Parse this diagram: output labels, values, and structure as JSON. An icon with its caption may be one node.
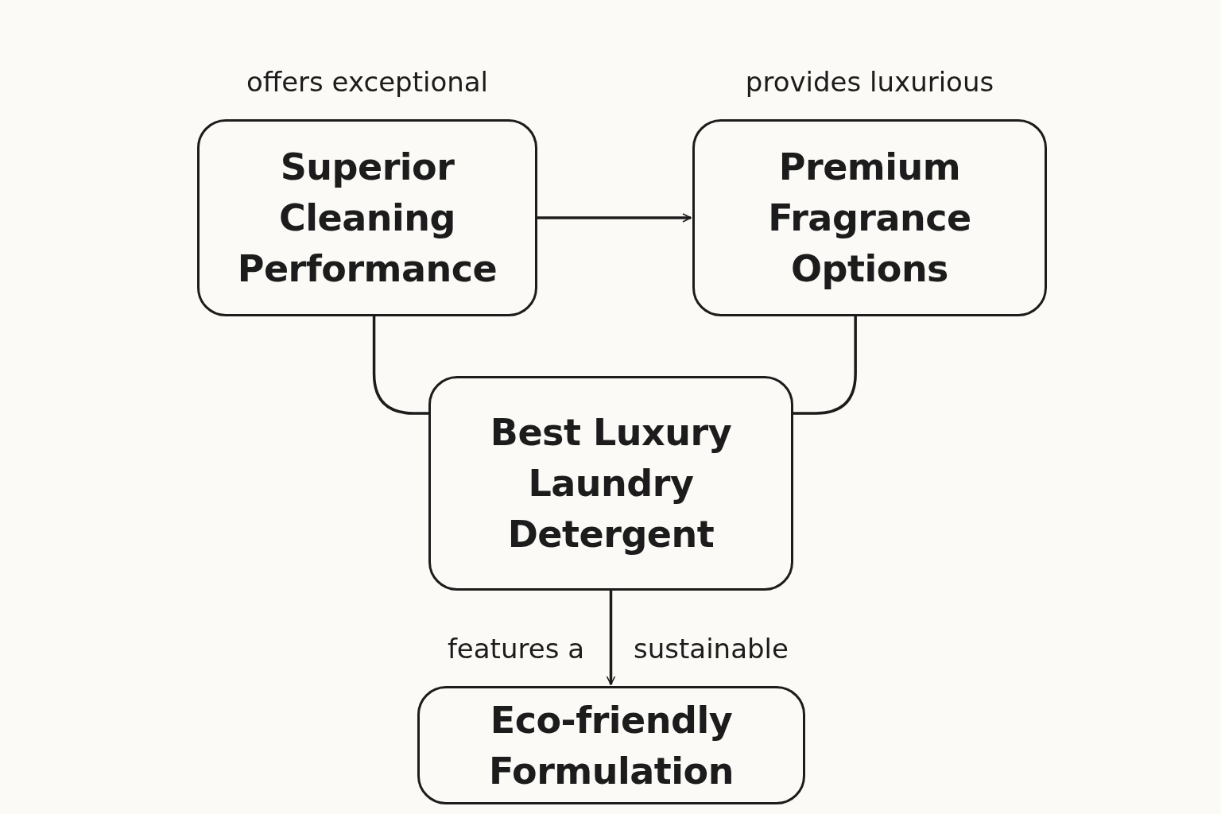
{
  "diagram": {
    "nodes": [
      {
        "text": [
          "Superior Cleaning Performance"
        ],
        "beside": [
          "offers exceptional"
        ]
      },
      {
        "text": [
          "Premium Fragrance Options"
        ],
        "beside": [
          "provides luxurious"
        ]
      },
      {
        "text": [
          "Best Luxury Laundry Detergent"
        ]
      },
      {
        "text": [
          "Eco-friendly Formulation"
        ]
      }
    ],
    "edges": [
      {
        "from": 0,
        "to": 1,
        "arrow": "to"
      },
      {
        "from": 0,
        "to": 2,
        "arrow": "none"
      },
      {
        "from": 1,
        "to": 2,
        "arrow": "none"
      },
      {
        "from": 2,
        "to": 3,
        "arrow": "to"
      }
    ],
    "labels": [
      "features a",
      "sustainable"
    ]
  }
}
